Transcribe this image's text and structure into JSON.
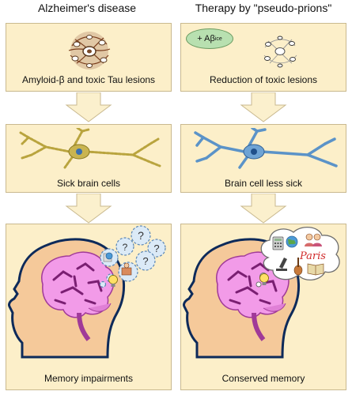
{
  "left_column": {
    "title": "Alzheimer's disease",
    "stage1_caption": "Amyloid-β and toxic Tau lesions",
    "stage2_caption": "Sick brain cells",
    "stage3_caption": "Memory impairments"
  },
  "right_column": {
    "title": "Therapy by \"pseudo-prions\"",
    "treatment_badge_prefix": "+ Aβ",
    "treatment_badge_sub": "ice",
    "stage1_caption": "Reduction of toxic lesions",
    "stage2_caption": "Brain cell less sick",
    "stage3_caption": "Conserved memory"
  },
  "thought_marks": [
    "?",
    "?",
    "?",
    "?"
  ],
  "paris_label": "Paris",
  "colors": {
    "panel_fill": "#fcefc9",
    "arrow_fill": "#fbf0cd",
    "head_fill": "#f5c99a",
    "head_outline": "#0d2a5a",
    "brain_fill": "#f29be8",
    "sick_neuron": "#b9a43e",
    "healthy_neuron": "#5b93c8",
    "badge_green": "#b8e0b0"
  },
  "icons": [
    "plaque-cluster-icon",
    "neuron-icon",
    "head-silhouette-icon",
    "brain-icon",
    "thought-bubble-icon",
    "lightbulb-icon",
    "calculator-icon",
    "globe-icon",
    "family-icon",
    "book-icon",
    "microscope-icon",
    "guitar-icon"
  ]
}
